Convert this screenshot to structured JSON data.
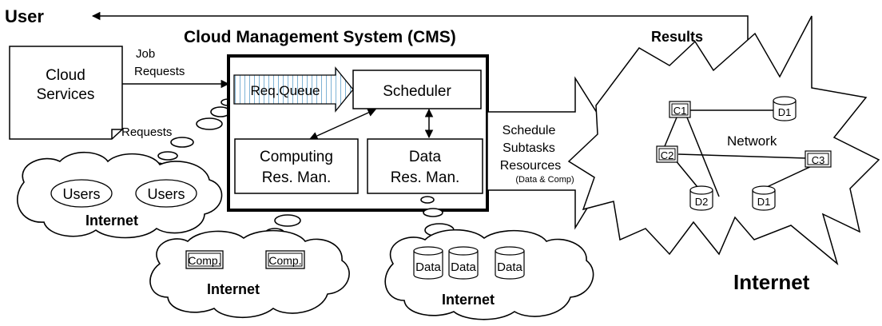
{
  "user_label": "User",
  "cms_title": "Cloud Management System (CMS)",
  "results_label": "Results",
  "cloud_services": {
    "line1": "Cloud",
    "line2": "Services"
  },
  "job_requests": {
    "line1": "Job",
    "line2": "Requests"
  },
  "requests_label": "Requests",
  "req_queue": "Req.Queue",
  "scheduler": "Scheduler",
  "computing_res_man": {
    "line1": "Computing",
    "line2": "Res. Man."
  },
  "data_res_man": {
    "line1": "Data",
    "line2": "Res. Man."
  },
  "schedule_arrow": {
    "line1": "Schedule",
    "line2": "Subtasks",
    "line3": "Resources",
    "line4": "(Data & Comp)"
  },
  "network": {
    "label": "Network",
    "nodes": {
      "c1": "C1",
      "c2": "C2",
      "c3": "C3",
      "d1_top": "D1",
      "d2": "D2",
      "d1_bottom": "D1"
    }
  },
  "clouds": {
    "users": {
      "items": [
        "Users",
        "Users"
      ],
      "label": "Internet"
    },
    "comp": {
      "items": [
        "Comp.",
        "Comp."
      ],
      "label": "Internet"
    },
    "data": {
      "items": [
        "Data",
        "Data",
        "Data"
      ],
      "label": "Internet"
    },
    "right_label": "Internet"
  }
}
